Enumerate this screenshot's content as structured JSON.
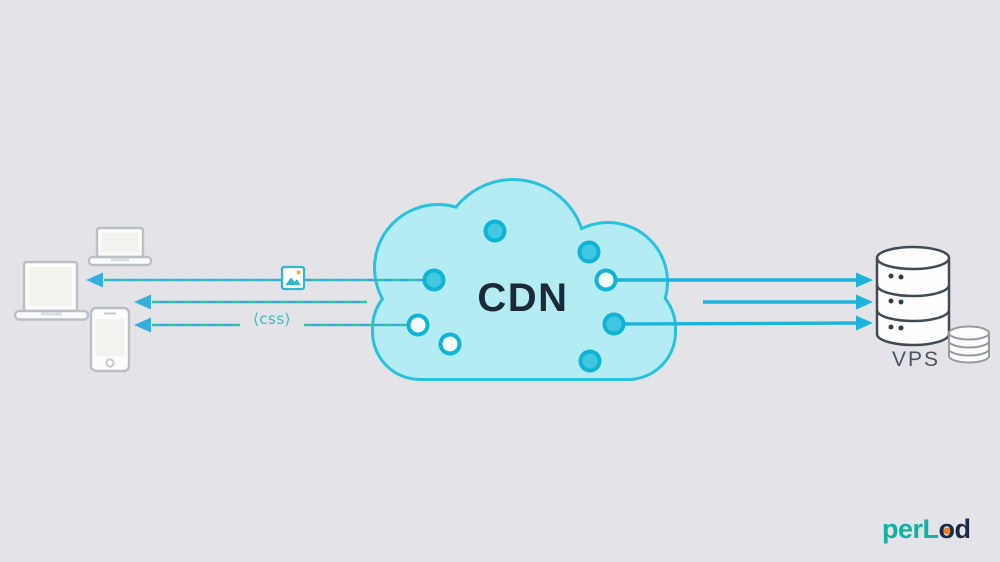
{
  "background": "#e4e4e8",
  "cloud": {
    "label": "CDN",
    "fill": "#b4ecf3",
    "stroke": "#27c2de",
    "node_fill_color": "#3fc8df",
    "node_ring_color": "#10b3d6",
    "node_white_color": "#f4fdfe",
    "filled_node_count": 5,
    "white_node_count": 3
  },
  "left_flow": {
    "direction": "cloud-to-devices",
    "arrow_count": 3,
    "style": "dashed",
    "dash_color_teal": "#2ec3ab",
    "dash_color_blue": "#3fa2e4",
    "arrowhead_color": "#35aede",
    "image_icon": "image-icon",
    "css_tag_label": "⟨css⟩",
    "devices": [
      "laptop-icon",
      "laptop-icon",
      "smartphone-icon"
    ]
  },
  "right_flow": {
    "direction": "cloud-to-server",
    "arrow_count": 3,
    "style": "solid",
    "arrow_color": "#1db3da",
    "server": {
      "label": "VPS",
      "icon": "server-stack-icon",
      "outline_color": "#3f4a55",
      "segments": 3
    },
    "database_icon": "database-icon"
  },
  "logo": {
    "text_teal": "perL",
    "text_o": "o",
    "text_d": "d",
    "teal_color": "#12b1a3",
    "navy_color": "#1b2a4a",
    "dot_color": "#f08119"
  }
}
